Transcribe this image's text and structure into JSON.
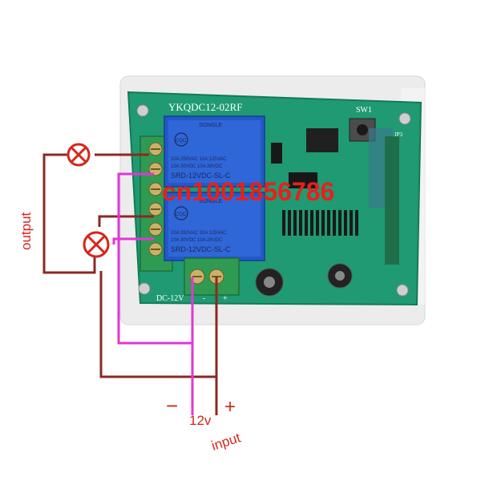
{
  "board": {
    "model": "YKQDC12-02RF",
    "switch_label": "SW1",
    "jumper_label": "JP3",
    "dc_label": "DC-12V",
    "minus_mark": "-",
    "plus_mark": "+"
  },
  "relays": [
    {
      "brand": "SONGLE",
      "cert_mark": "CQC",
      "rating_line1": "10A 250VAC  10A 125VAC",
      "rating_line2": "10A 30VDC  10A 28VDC",
      "model": "SRD-12VDC-SL-C"
    },
    {
      "brand": "SONGLE",
      "cert_mark": "CQC",
      "rating_line1": "10A 250VAC  10A 125VAC",
      "rating_line2": "10A 30VDC  10A 28VDC",
      "model": "SRD-12VDC-SL-C"
    }
  ],
  "watermark": "cn1001856786",
  "labels": {
    "output": "output",
    "input": "input",
    "voltage": "12v",
    "minus": "−",
    "plus": "+"
  },
  "colors": {
    "pcb": "#1f9a72",
    "terminal": "#2f9b52",
    "relay": "#2458c8",
    "brown_wire": "#8a2a22",
    "magenta_wire": "#e236d6",
    "label_red": "#d6261c"
  }
}
